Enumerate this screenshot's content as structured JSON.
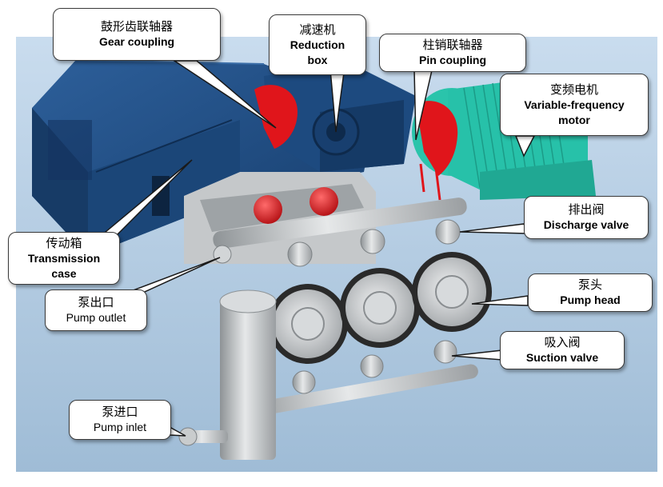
{
  "labels": {
    "gear_coupling": {
      "zh": "鼓形齿联轴器",
      "en": "Gear coupling"
    },
    "reduction_box": {
      "zh": "减速机",
      "en_line1": "Reduction",
      "en_line2": "box"
    },
    "pin_coupling": {
      "zh": "柱销联轴器",
      "en": "Pin coupling"
    },
    "motor": {
      "zh": "变频电机",
      "en_line1": "Variable-frequency",
      "en_line2": "motor"
    },
    "discharge_valve": {
      "zh": "排出阀",
      "en": "Discharge valve"
    },
    "transmission_case": {
      "zh": "传动箱",
      "en_line1": "Transmission",
      "en_line2": "case"
    },
    "pump_head": {
      "zh": "泵头",
      "en": "Pump head"
    },
    "pump_outlet": {
      "zh": "泵出口",
      "en": "Pump outlet"
    },
    "suction_valve": {
      "zh": "吸入阀",
      "en": "Suction valve"
    },
    "pump_inlet": {
      "zh": "泵进口",
      "en": "Pump inlet"
    }
  },
  "colors": {
    "background": "#b7cfe4",
    "housing_blue": "#1f4e86",
    "coupling_red": "#e0151b",
    "motor_teal": "#27c1a9",
    "steel_gray": "#b9bcbe"
  }
}
